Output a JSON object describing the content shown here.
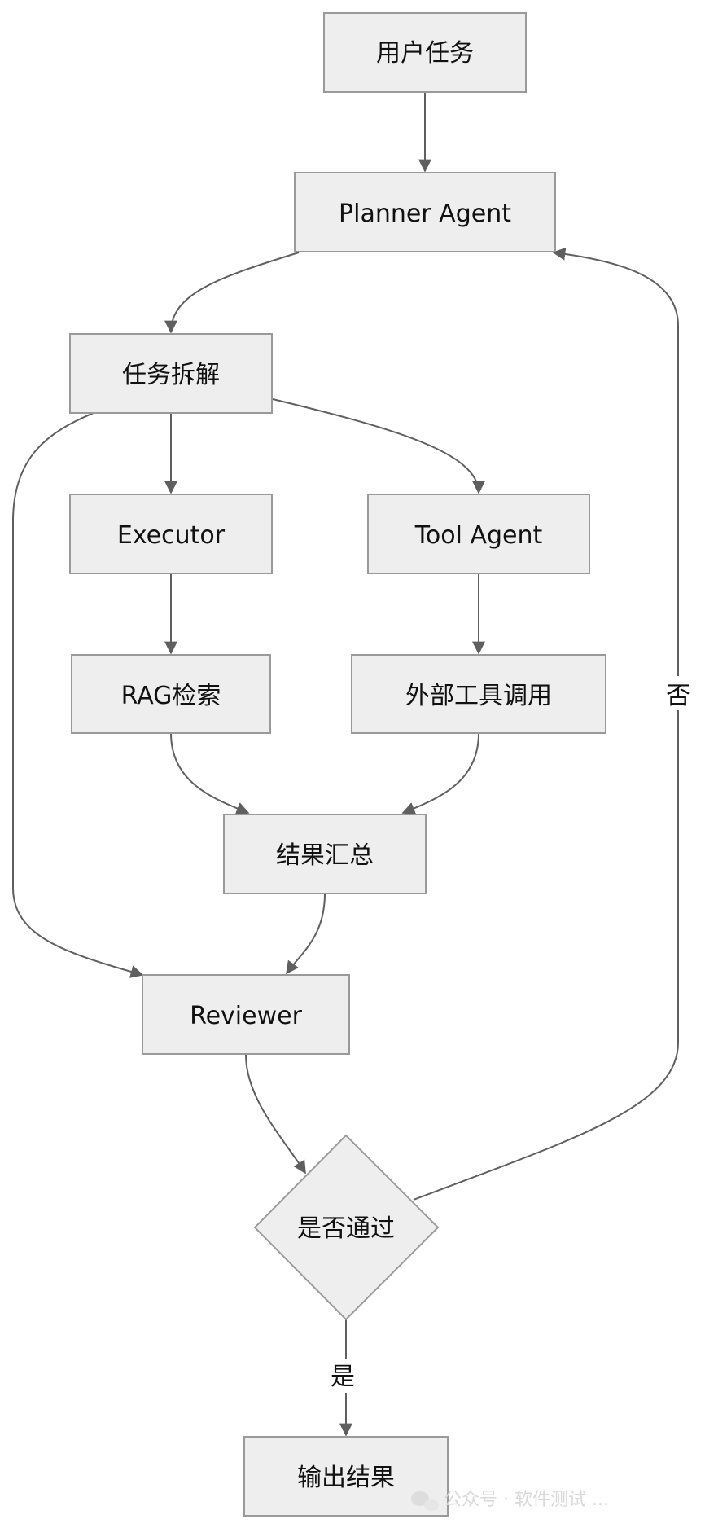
{
  "nodes": {
    "user_task": "用户任务",
    "planner": "Planner Agent",
    "decompose": "任务拆解",
    "executor": "Executor",
    "tool_agent": "Tool Agent",
    "rag": "RAG检索",
    "external_tools": "外部工具调用",
    "summary": "结果汇总",
    "reviewer": "Reviewer",
    "decision": "是否通过",
    "output": "输出结果"
  },
  "edge_labels": {
    "no": "否",
    "yes": "是"
  },
  "watermark": "公众号 · 软件测试 ..."
}
